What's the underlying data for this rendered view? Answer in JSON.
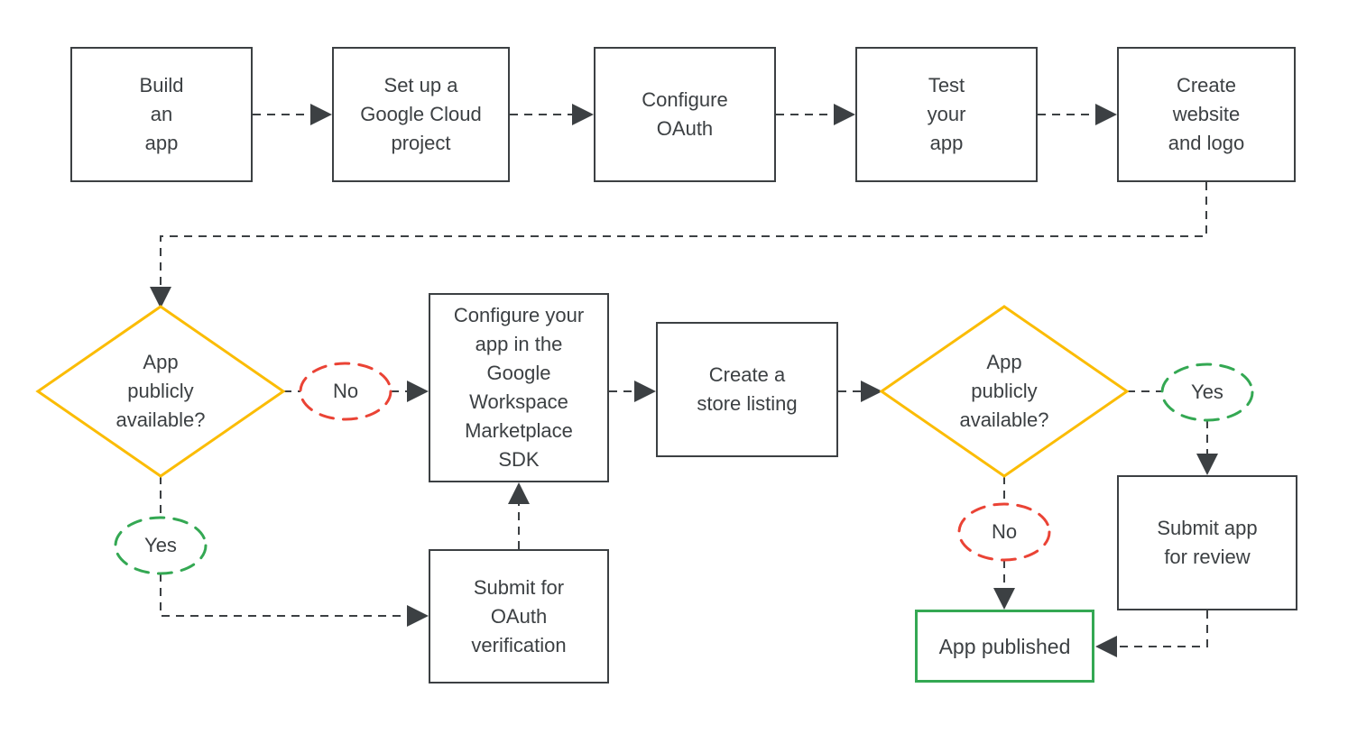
{
  "diagram": {
    "nodes": {
      "build_app": {
        "label": "Build\nan\napp"
      },
      "setup_project": {
        "label": "Set up a\nGoogle Cloud\nproject"
      },
      "configure_oauth": {
        "label": "Configure\nOAuth"
      },
      "test_app": {
        "label": "Test\nyour\napp"
      },
      "create_website": {
        "label": "Create\nwebsite\nand logo"
      },
      "decision_public_1": {
        "label": "App\npublicly\navailable?"
      },
      "no_1": {
        "label": "No"
      },
      "configure_sdk": {
        "label": "Configure your\napp in the\nGoogle\nWorkspace\nMarketplace\nSDK"
      },
      "yes_1": {
        "label": "Yes"
      },
      "submit_oauth": {
        "label": "Submit for\nOAuth\nverification"
      },
      "store_listing": {
        "label": "Create a\nstore listing"
      },
      "decision_public_2": {
        "label": "App\npublicly\navailable?"
      },
      "yes_2": {
        "label": "Yes"
      },
      "submit_review": {
        "label": "Submit app\nfor review"
      },
      "no_2": {
        "label": "No"
      },
      "app_published": {
        "label": "App published"
      }
    },
    "colors": {
      "background": "#ffffff",
      "box_border": "#3c4043",
      "text": "#3c4043",
      "connector": "#3c4043",
      "decision_yellow": "#fbbc04",
      "no_red": "#ea4335",
      "yes_green": "#34a853",
      "published_green": "#34a853"
    }
  }
}
